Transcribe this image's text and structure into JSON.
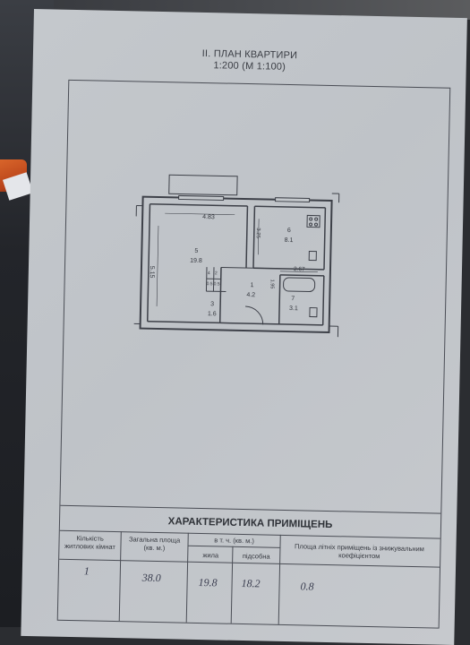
{
  "header": {
    "title": "II. ПЛАН КВАРТИРИ",
    "scale": "1:200 (М 1:100)"
  },
  "plan": {
    "dimensions": {
      "width_top": "4.83",
      "height_left": "5.15",
      "dim_right_vertical": "3.25",
      "dim_corridor": "2.67",
      "dim_small": "1.95"
    },
    "rooms": [
      {
        "num": "5",
        "area": "19.8"
      },
      {
        "num": "6",
        "area": "8.1"
      },
      {
        "num": "1",
        "area": "4.2"
      },
      {
        "num": "3",
        "area": "1.6"
      },
      {
        "num": "4",
        "area": "0.5"
      },
      {
        "num": "2",
        "area": "0.5"
      },
      {
        "num": "7",
        "area": "3.1"
      }
    ]
  },
  "table": {
    "title": "ХАРАКТЕРИСТИКА ПРИМІЩЕНЬ",
    "col_rooms": "Кількість житлових кімнат",
    "col_total": "Загальна площа (кв. м.)",
    "col_incl": "в т. ч. (кв. м.)",
    "col_living": "жила",
    "col_aux": "підсобна",
    "col_summer": "Площа літніх приміщень із знижувальним коефіцієнтом",
    "values": {
      "rooms": "1",
      "total": "38.0",
      "living": "19.8",
      "aux": "18.2",
      "summer": "0.8"
    }
  }
}
